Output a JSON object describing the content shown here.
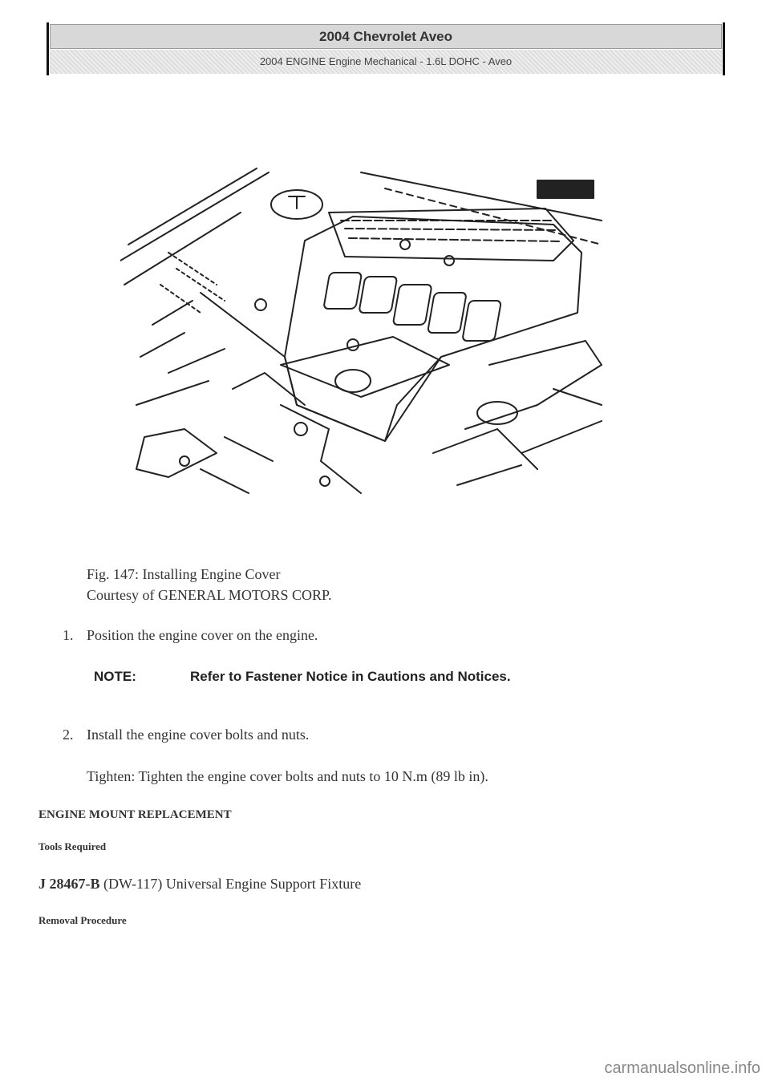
{
  "header": {
    "title": "2004 Chevrolet Aveo",
    "subtitle": "2004 ENGINE Engine Mechanical - 1.6L DOHC - Aveo"
  },
  "figure": {
    "caption_line1": "Fig. 147: Installing Engine Cover",
    "caption_line2": "Courtesy of GENERAL MOTORS CORP."
  },
  "steps": [
    {
      "num": "1.",
      "text": "Position the engine cover on the engine."
    },
    {
      "num": "2.",
      "text": "Install the engine cover bolts and nuts."
    }
  ],
  "note": {
    "label": "NOTE:",
    "text": "Refer to Fastener Notice in Cautions and Notices."
  },
  "tighten": "Tighten: Tighten the engine cover bolts and nuts to 10 N.m (89 lb in).",
  "section_heading": "ENGINE MOUNT REPLACEMENT",
  "tools_required": "Tools Required",
  "tool_item": {
    "code": "J 28467-B",
    "rest": " (DW-117) Universal Engine Support Fixture"
  },
  "removal_procedure": "Removal Procedure",
  "footer": "carmanualsonline.info"
}
